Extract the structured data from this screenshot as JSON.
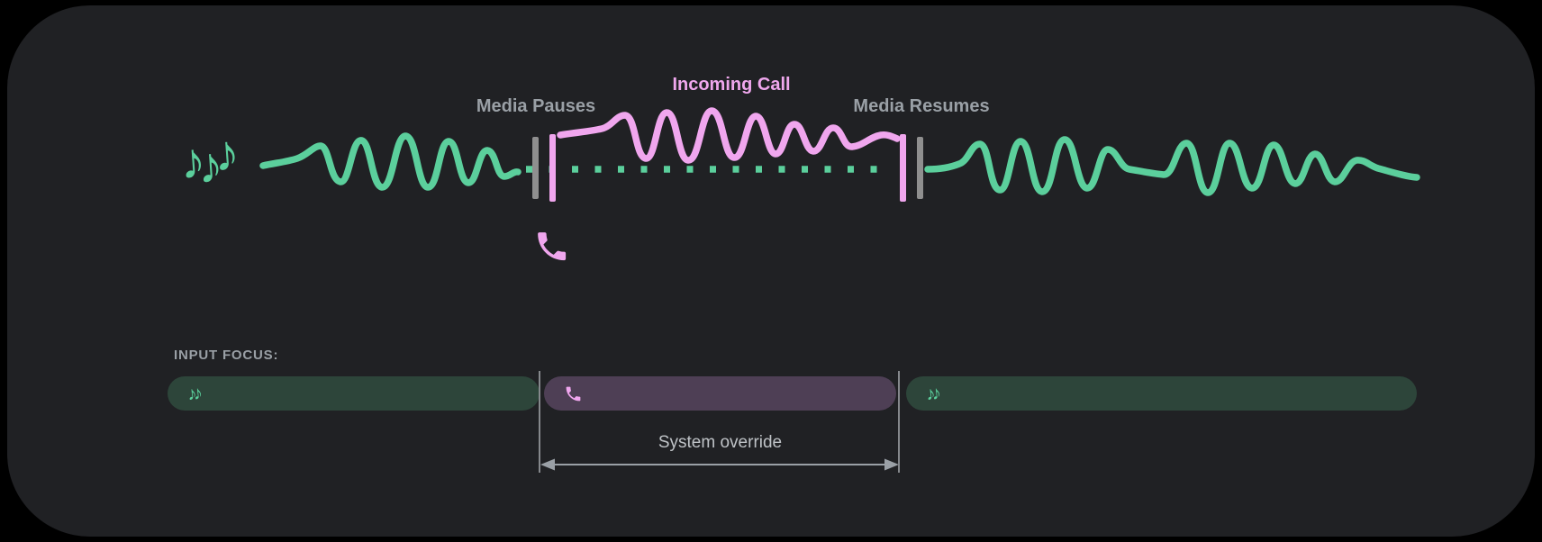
{
  "colors": {
    "background": "#000000",
    "card": "#202124",
    "media_green": "#5bcf9c",
    "media_bar_green": "#2d453a",
    "call_pink": "#f0a6ee",
    "call_bar_purple": "#4e3f55",
    "marker_gray": "#8f8f8f",
    "label_gray": "#9aa0a6",
    "override_text_gray": "#bfc3c7"
  },
  "icons": {
    "note": "♪",
    "notes_pair": "♪♪"
  },
  "timeline": {
    "media_pauses_label": "Media Pauses",
    "incoming_call_label": "Incoming Call",
    "media_resumes_label": "Media Resumes"
  },
  "input_focus": {
    "label": "INPUT FOCUS:",
    "segments": [
      {
        "type": "media",
        "icon": "music-notes"
      },
      {
        "type": "call",
        "icon": "phone"
      },
      {
        "type": "media",
        "icon": "music-notes"
      }
    ],
    "system_override_label": "System override"
  }
}
